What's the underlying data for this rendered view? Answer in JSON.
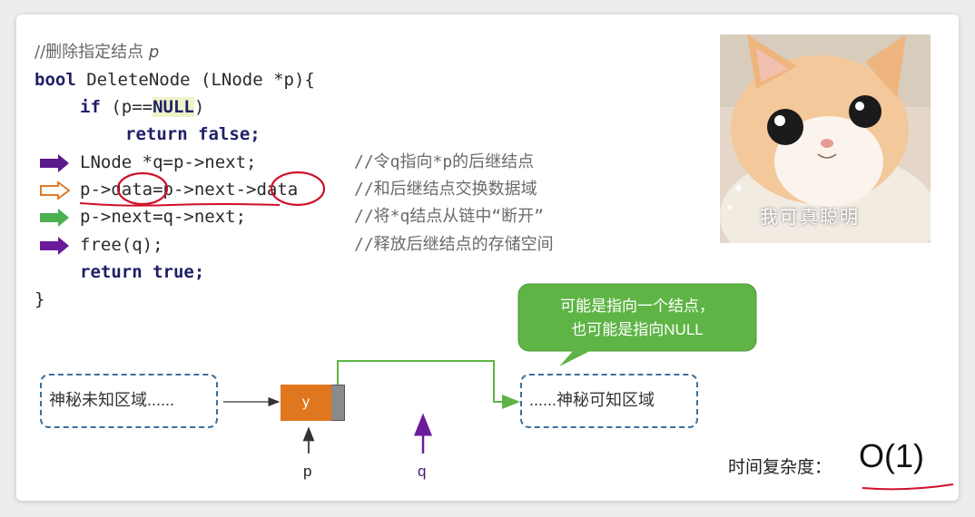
{
  "code": {
    "comment_title_prefix": "//删除指定结点 ",
    "comment_title_var": "p",
    "line1_kw": "bool",
    "line1_rest": " DeleteNode (LNode *p){",
    "line2_kw": "if",
    "line2_a": " (p==",
    "line2_null": "NULL",
    "line2_b": ")",
    "line3": "return false;",
    "line4": "LNode *q=p->next;",
    "line5_a": "p->",
    "line5_b": "data",
    "line5_c": "=p->next->",
    "line5_d": "data",
    "line6": "p->next=q->next;",
    "line7": "free(q);",
    "line8": "return true;",
    "close": "}"
  },
  "comments": {
    "c4": "//令q指向*p的后继结点",
    "c5": "//和后继结点交换数据域",
    "c6": "//将*q结点从链中“断开”",
    "c7": "//释放后继结点的存储空间"
  },
  "arrow_colors": {
    "line4": "#5a1a8c",
    "line5": "#e07a2a",
    "line6": "#4caf50",
    "line7": "#6a1b9a"
  },
  "cat": {
    "caption": "我可真聪明"
  },
  "bubble": {
    "line1": "可能是指向一个结点，",
    "line2": "也可能是指向NULL",
    "color": "#5fb446"
  },
  "diagram": {
    "left_region": "神秘未知区域......",
    "right_region": "......神秘可知区域",
    "node_label": "y",
    "p_label": "p",
    "q_label": "q"
  },
  "complexity": {
    "label": "时间复杂度：",
    "value": "O(1)"
  }
}
